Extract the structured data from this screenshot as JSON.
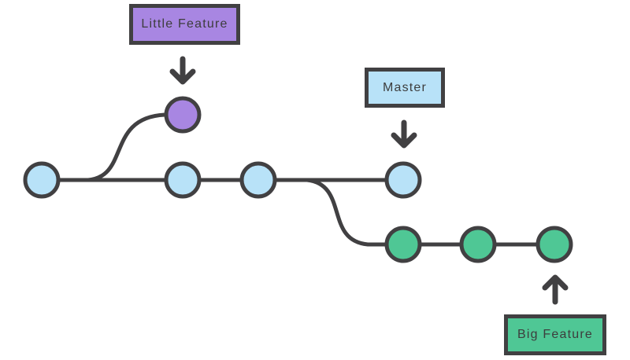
{
  "diagram": {
    "title": "Git branch diagram",
    "labels": {
      "little_feature": "Little Feature",
      "master": "Master",
      "big_feature": "Big Feature"
    },
    "colors": {
      "background": "#ffffff",
      "stroke": "#414042",
      "text": "#3d3d3d",
      "master_fill": "#b8e2f8",
      "little_feature_fill": "#a886e2",
      "big_feature_fill": "#4fc795"
    },
    "branches": [
      {
        "name": "Master",
        "commit_count": 4,
        "color": "#b8e2f8"
      },
      {
        "name": "Little Feature",
        "commit_count": 1,
        "color": "#a886e2",
        "forked_from_commit": 1
      },
      {
        "name": "Big Feature",
        "commit_count": 3,
        "color": "#4fc795",
        "forked_from_commit": 3
      }
    ]
  }
}
